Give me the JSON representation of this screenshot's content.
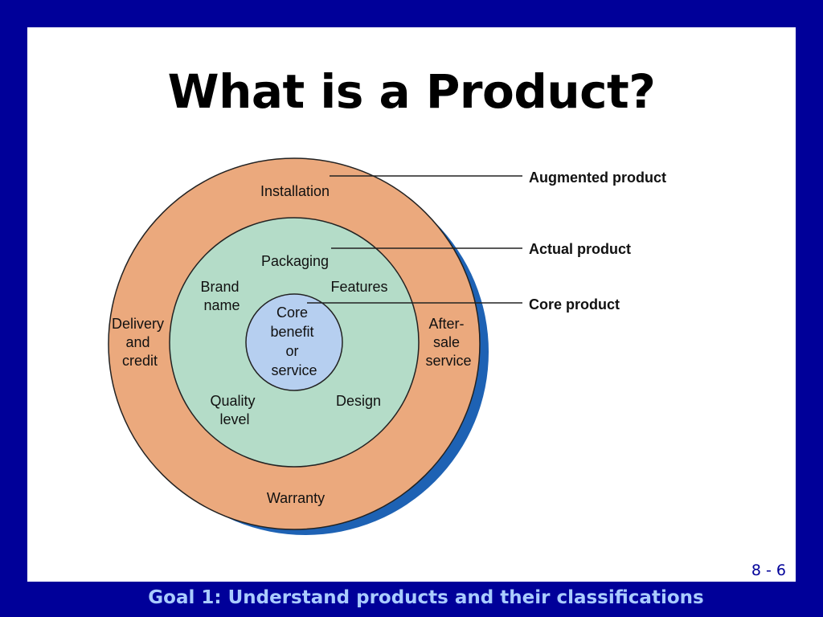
{
  "slide": {
    "title": "What is a Product?",
    "slide_number": "8 - 6",
    "footer": "Goal 1:  Understand products and their classifications"
  },
  "diagram": {
    "levels": {
      "augmented": {
        "callout": "Augmented product",
        "items": {
          "top": "Installation",
          "left": [
            "Delivery",
            "and",
            "credit"
          ],
          "right": [
            "After-",
            "sale",
            "service"
          ],
          "bottom": "Warranty"
        },
        "color": "#eba97d"
      },
      "actual": {
        "callout": "Actual product",
        "items": {
          "top": "Packaging",
          "top_left": [
            "Brand",
            "name"
          ],
          "top_right": "Features",
          "bottom_left": [
            "Quality",
            "level"
          ],
          "bottom_right": "Design"
        },
        "color": "#b4dcc8"
      },
      "core": {
        "callout": "Core product",
        "items": [
          "Core",
          "benefit",
          "or",
          "service"
        ],
        "color": "#b6cff0"
      }
    },
    "shadow_color": "#1e62b4"
  }
}
